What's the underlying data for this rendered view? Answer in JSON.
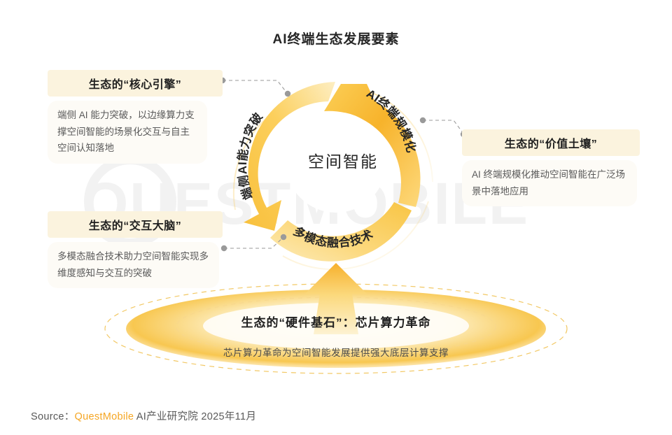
{
  "title": "AI终端生态发展要素",
  "center": {
    "label": "空间智能"
  },
  "ring_segments": [
    {
      "id": "edge-ai",
      "label": "端侧AI能力突破"
    },
    {
      "id": "ai-terminal-scale",
      "label": "AI终端规模化"
    },
    {
      "id": "multimodal-fusion",
      "label": "多模态融合技术"
    }
  ],
  "callouts": [
    {
      "id": "core-engine",
      "header": "生态的“核心引擎”",
      "body": "端侧 AI 能力突破，以边缘算力支撑空间智能的场景化交互与自主空间认知落地"
    },
    {
      "id": "interaction-brain",
      "header": "生态的“交互大脑”",
      "body": "多模态融合技术助力空间智能实现多维度感知与交互的突破"
    },
    {
      "id": "value-soil",
      "header": "生态的“价值土壤”",
      "body": "AI 终端规模化推动空间智能在广泛场景中落地应用"
    }
  ],
  "base": {
    "title": "生态的“硬件基石”：芯片算力革命",
    "subtitle": "芯片算力革命为空间智能发展提供强大底层计算支撑"
  },
  "source": {
    "prefix": "Source：",
    "brand": "QuestMobile",
    "suffix": " AI产业研究院 2025年11月"
  },
  "watermark": {
    "text": "QUESTMOBILE"
  },
  "colors": {
    "accent_orange": "#f5a623",
    "ring_deep": "#f7b731",
    "ring_light": "#fcd66a",
    "header_bg": "#fbf3de",
    "body_bg": "#fdfbf6",
    "connector": "#9a9a9a",
    "watermark": "#f2f2f2"
  }
}
